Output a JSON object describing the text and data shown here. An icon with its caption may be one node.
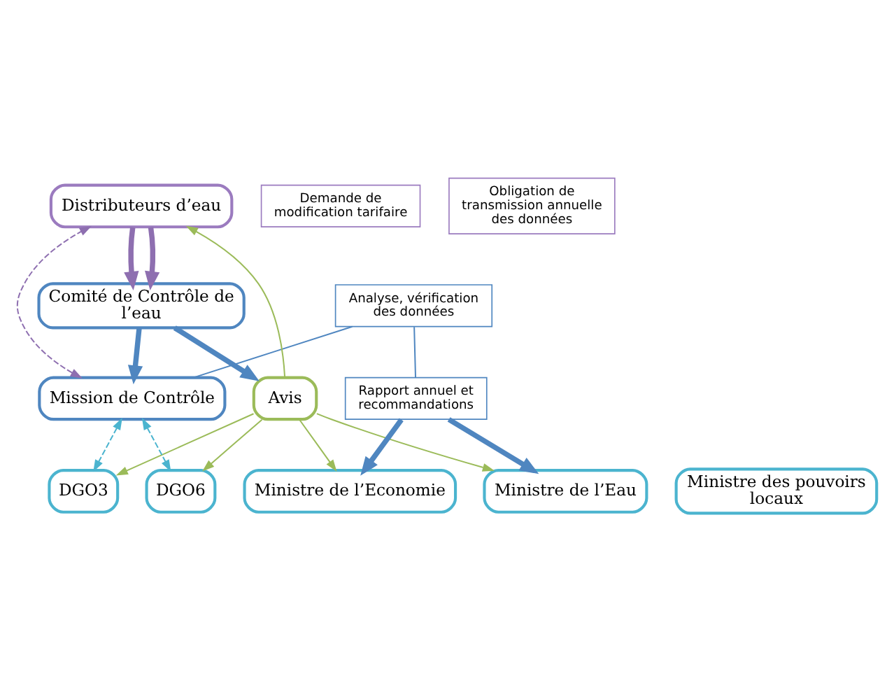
{
  "diagram": {
    "nodes": [
      {
        "text": [
          "Distributeurs d’eau"
        ]
      },
      {
        "text": [
          "Demande de modification tarifaire"
        ]
      },
      {
        "text": [
          "Obligation de transmission annuelle des données"
        ]
      },
      {
        "text": [
          "Comité de Contrôle de l’eau"
        ]
      },
      {
        "text": [
          "Analyse, vérification des données"
        ]
      },
      {
        "text": [
          "Avis"
        ]
      },
      {
        "text": [
          "Mission de Contrôle"
        ]
      },
      {
        "text": [
          "Rapport annuel et recommandations"
        ]
      },
      {
        "text": [
          "DGO3"
        ]
      },
      {
        "text": [
          "DGO6"
        ]
      },
      {
        "text": [
          "Ministre de l’Economie"
        ]
      },
      {
        "text": [
          "Ministre de l’Eau"
        ]
      },
      {
        "text": [
          "Ministre des pouvoirs locaux"
        ]
      }
    ],
    "edges": [
      {
        "from": 0,
        "to": 3,
        "arrow": "to",
        "style": "thick",
        "color": "#8e6fb0"
      },
      {
        "from": 0,
        "to": 3,
        "arrow": "to",
        "style": "thick",
        "color": "#8e6fb0"
      },
      {
        "from": 3,
        "to": 5,
        "arrow": "to",
        "style": "thick",
        "color": "#4f86c0"
      },
      {
        "from": 3,
        "to": 6,
        "arrow": "to",
        "style": "thick",
        "color": "#4f86c0"
      },
      {
        "from": 5,
        "to": 0,
        "arrow": "to",
        "color": "#9bbb59"
      },
      {
        "from": 6,
        "to": 0,
        "arrow": "both",
        "style": "dashed",
        "color": "#8e6fb0"
      },
      {
        "from": 4,
        "to": 6,
        "arrow": "none",
        "color": "#4f86c0"
      },
      {
        "from": 4,
        "to": 7,
        "arrow": "none",
        "color": "#4f86c0"
      },
      {
        "from": 5,
        "to": 8,
        "arrow": "to",
        "color": "#9bbb59"
      },
      {
        "from": 5,
        "to": 9,
        "arrow": "to",
        "color": "#9bbb59"
      },
      {
        "from": 5,
        "to": 10,
        "arrow": "to",
        "color": "#9bbb59"
      },
      {
        "from": 5,
        "to": 11,
        "arrow": "to",
        "color": "#9bbb59"
      },
      {
        "from": 6,
        "to": 8,
        "arrow": "both",
        "style": "dashed",
        "color": "#4bb4cf"
      },
      {
        "from": 6,
        "to": 9,
        "arrow": "both",
        "style": "dashed",
        "color": "#4bb4cf"
      },
      {
        "from": 7,
        "to": 10,
        "arrow": "to",
        "style": "thick",
        "color": "#4f86c0"
      },
      {
        "from": 7,
        "to": 11,
        "arrow": "to",
        "style": "thick",
        "color": "#4f86c0"
      }
    ]
  }
}
